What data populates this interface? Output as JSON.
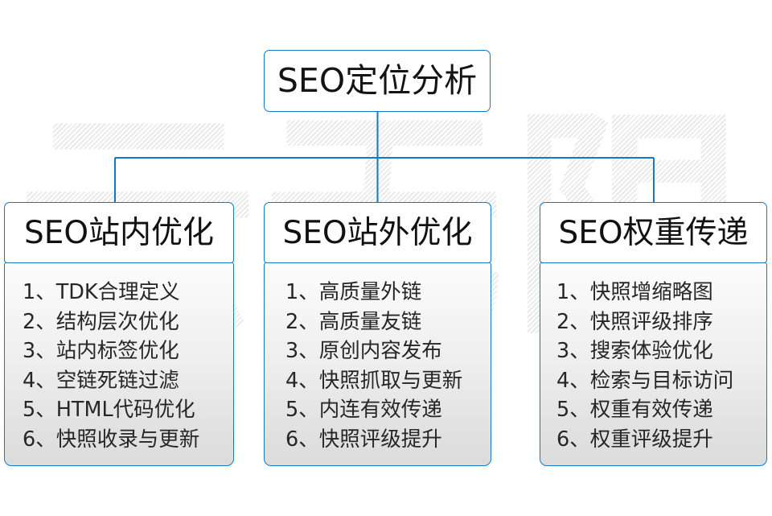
{
  "watermark": {
    "text": "云无限"
  },
  "colors": {
    "border": "#1479c4",
    "connector": "#1479c4",
    "text": "#141414",
    "body_text": "#262626",
    "background": "#ffffff",
    "panel_top": "#fcfcfc",
    "panel_bottom": "#dcdcdc"
  },
  "root": {
    "label": "SEO定位分析"
  },
  "columns": [
    {
      "title": "SEO站内优化",
      "items": [
        "1、TDK合理定义",
        "2、结构层次优化",
        "3、站内标签优化",
        "4、空链死链过滤",
        "5、HTML代码优化",
        "6、快照收录与更新"
      ]
    },
    {
      "title": "SEO站外优化",
      "items": [
        "1、高质量外链",
        "2、高质量友链",
        "3、原创内容发布",
        "4、快照抓取与更新",
        "5、内连有效传递",
        "6、快照评级提升"
      ]
    },
    {
      "title": "SEO权重传递",
      "items": [
        "1、快照增缩略图",
        "2、快照评级排序",
        "3、搜索体验优化",
        "4、检索与目标访问",
        "5、权重有效传递",
        "6、权重评级提升"
      ]
    }
  ]
}
